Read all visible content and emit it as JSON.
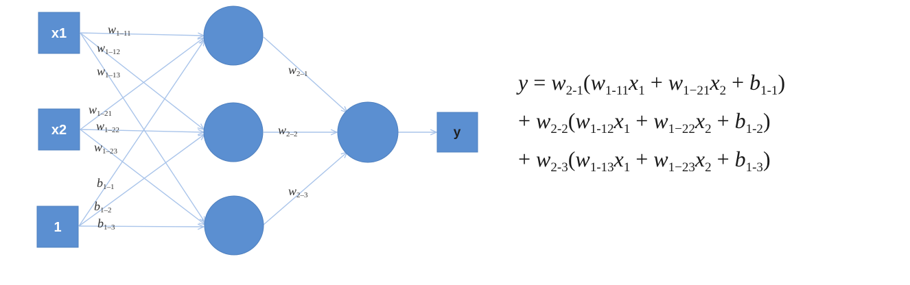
{
  "colors": {
    "node_fill": "#5b8fd1",
    "edge": "#a9c4ea",
    "text": "#1a1a1a"
  },
  "nodes": {
    "inputs": [
      {
        "id": "x1",
        "label": "x1"
      },
      {
        "id": "x2",
        "label": "x2"
      },
      {
        "id": "bias",
        "label": "1"
      }
    ],
    "hidden": [
      {
        "id": "h1"
      },
      {
        "id": "h2"
      },
      {
        "id": "h3"
      }
    ],
    "output_neuron": {
      "id": "o1"
    },
    "output": {
      "id": "y",
      "label": "y"
    }
  },
  "edge_labels": [
    {
      "id": "w1-11",
      "base": "w",
      "sub": "1–11"
    },
    {
      "id": "w1-12",
      "base": "w",
      "sub": "1–12"
    },
    {
      "id": "w1-13",
      "base": "w",
      "sub": "1–13"
    },
    {
      "id": "w1-21",
      "base": "w",
      "sub": "1–21"
    },
    {
      "id": "w1-22",
      "base": "w",
      "sub": "1–22"
    },
    {
      "id": "w1-23",
      "base": "w",
      "sub": "1–23"
    },
    {
      "id": "b1-1",
      "base": "b",
      "sub": "1–1"
    },
    {
      "id": "b1-2",
      "base": "b",
      "sub": "1–2"
    },
    {
      "id": "b1-3",
      "base": "b",
      "sub": "1–3"
    },
    {
      "id": "w2-1",
      "base": "w",
      "sub": "2–1"
    },
    {
      "id": "w2-2",
      "base": "w",
      "sub": "2–2"
    },
    {
      "id": "w2-3",
      "base": "w",
      "sub": "2–3"
    }
  ],
  "equation": {
    "line1": {
      "lhs": "y",
      "eq": " = ",
      "w": "w",
      "w_sub": "2-1",
      "open": "(",
      "a": "w",
      "a_sub": "1-11",
      "x1": "x",
      "x1_sub": "1",
      "plus1": " + ",
      "b": "w",
      "b_sub": "1−21",
      "x2": "x",
      "x2_sub": "2",
      "plus2": " + ",
      "c": "b",
      "c_sub": "1-1",
      "close": ")"
    },
    "line2": {
      "lead": "+ ",
      "w": "w",
      "w_sub": "2-2",
      "open": "(",
      "a": "w",
      "a_sub": "1-12",
      "x1": "x",
      "x1_sub": "1",
      "plus1": " + ",
      "b": "w",
      "b_sub": "1−22",
      "x2": "x",
      "x2_sub": "2",
      "plus2": " + ",
      "c": "b",
      "c_sub": "1-2",
      "close": ")"
    },
    "line3": {
      "lead": "+ ",
      "w": "w",
      "w_sub": "2-3",
      "open": "(",
      "a": "w",
      "a_sub": "1-13",
      "x1": "x",
      "x1_sub": "1",
      "plus1": " + ",
      "b": "w",
      "b_sub": "1−23",
      "x2": "x",
      "x2_sub": "2",
      "plus2": " + ",
      "c": "b",
      "c_sub": "1-3",
      "close": ")"
    }
  }
}
